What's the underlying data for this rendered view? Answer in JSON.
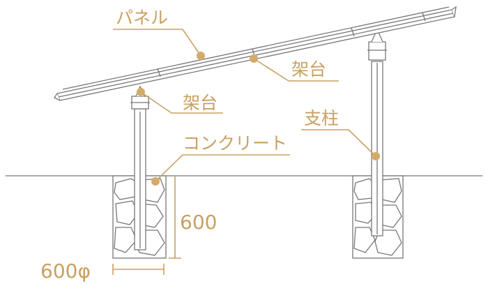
{
  "labels": {
    "panel": "パネル",
    "frame_upper": "架台",
    "frame_lower": "架台",
    "post": "支柱",
    "concrete": "コンクリート"
  },
  "dimensions": {
    "depth": "600",
    "diameter": "600φ"
  },
  "colors": {
    "line": "#777777",
    "accent": "#c9a062",
    "accent_dot": "#d4ab6a",
    "stone_fill": "#ffffff"
  }
}
